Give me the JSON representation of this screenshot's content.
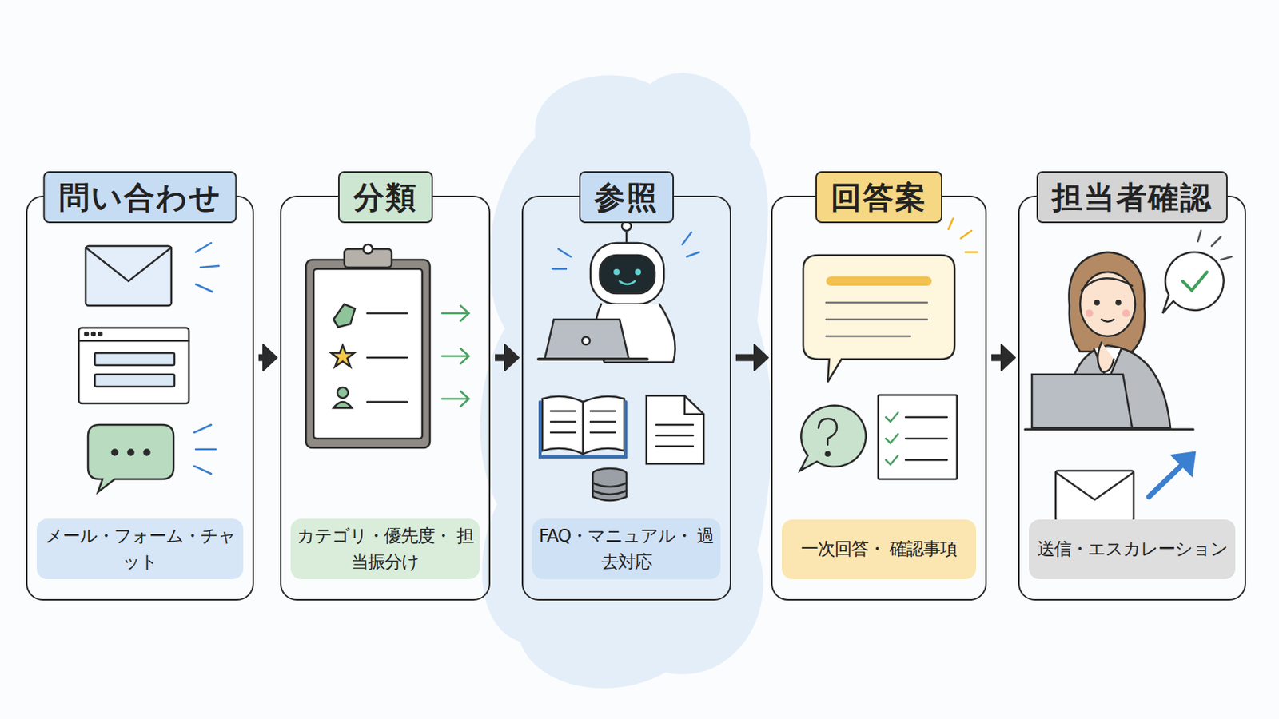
{
  "diagram": {
    "nodes": [
      {
        "text": [
          "問い合わせ"
        ]
      },
      {
        "text": [
          "メール・フォーム・チャット"
        ],
        "in": 0
      },
      {
        "text": [
          "分類"
        ]
      },
      {
        "text": [
          "カテゴリ・優先度・ 担当振分け"
        ],
        "in": 2
      },
      {
        "text": [
          "参照"
        ]
      },
      {
        "text": [
          "FAQ・マニュアル・ 過去対応"
        ],
        "in": 4
      },
      {
        "text": [
          "回答案"
        ]
      },
      {
        "text": [
          "一次回答・ 確認事項"
        ],
        "in": 6
      },
      {
        "text": [
          "担当者確認"
        ]
      },
      {
        "text": [
          "送信・エスカレーション"
        ],
        "in": 8
      }
    ],
    "edges": [
      {
        "from": 0,
        "to": 2,
        "arrow": "to"
      },
      {
        "from": 2,
        "to": 4,
        "arrow": "to"
      },
      {
        "from": 4,
        "to": 6,
        "arrow": "to"
      },
      {
        "from": 6,
        "to": 8,
        "arrow": "to"
      }
    ]
  }
}
